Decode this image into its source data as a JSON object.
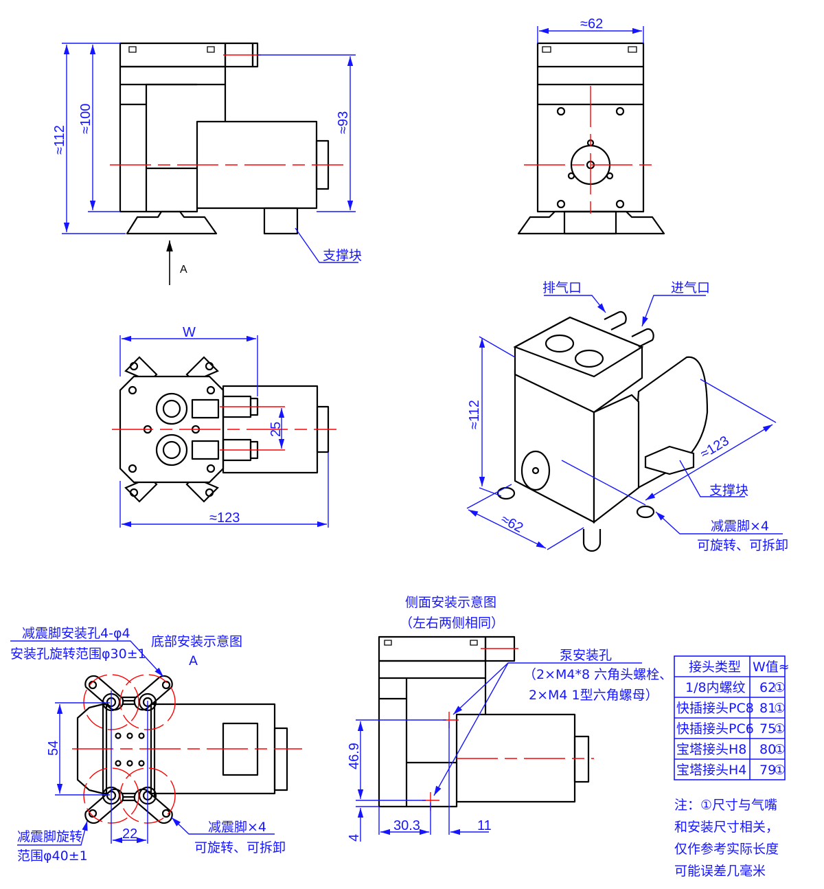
{
  "side_view": {
    "dim_overall_height": "≈112",
    "dim_body_height": "≈100",
    "dim_right_height": "≈93",
    "view_arrow_label": "A",
    "support_block_label": "支撑块"
  },
  "front_view": {
    "dim_width": "≈62"
  },
  "top_view": {
    "dim_w": "W",
    "dim_port_spacing": "25",
    "dim_length": "≈123"
  },
  "iso_view": {
    "exhaust_label": "排气口",
    "intake_label": "进气口",
    "dim_height": "≈112",
    "dim_length": "≈123",
    "dim_width": "≈62",
    "support_block_label": "支撑块",
    "feet_label": "减震脚×4",
    "feet_note": "可旋转、可拆卸"
  },
  "bottom_view": {
    "title": "底部安装示意图",
    "view_letter": "A",
    "hole_label": "减震脚安装孔4-φ4",
    "hole_rotation": "安装孔旋转范围φ30±1",
    "dim_54": "54",
    "dim_22": "22",
    "foot_rotation_1": "减震脚旋转",
    "foot_rotation_2": "范围φ40±1",
    "feet_label": "减震脚×4",
    "feet_note": "可旋转、可拆卸"
  },
  "side_mount_view": {
    "title": "侧面安装示意图",
    "subtitle": "（左右两侧相同）",
    "hole_label": "泵安装孔",
    "hole_spec_1": "（2×M4*8 六角头螺栓、",
    "hole_spec_2": "2×M4 1型六角螺母）",
    "dim_46_9": "46.9",
    "dim_4": "4",
    "dim_30_3": "30.3",
    "dim_11": "11"
  },
  "w_table": {
    "headers": [
      "接头类型",
      "W值≈"
    ],
    "rows": [
      {
        "type": "1/8内螺纹",
        "w": "62",
        "mark": "①"
      },
      {
        "type": "快插接头PC8",
        "w": "81",
        "mark": "①"
      },
      {
        "type": "快插接头PC6",
        "w": "75",
        "mark": "①"
      },
      {
        "type": "宝塔接头H8",
        "w": "80",
        "mark": "①"
      },
      {
        "type": "宝塔接头H4",
        "w": "79",
        "mark": "①"
      }
    ]
  },
  "notes": [
    "注：①尺寸与气嘴",
    "和安装尺寸相关，",
    "仅作参考实际长度",
    "可能误差几毫米"
  ]
}
